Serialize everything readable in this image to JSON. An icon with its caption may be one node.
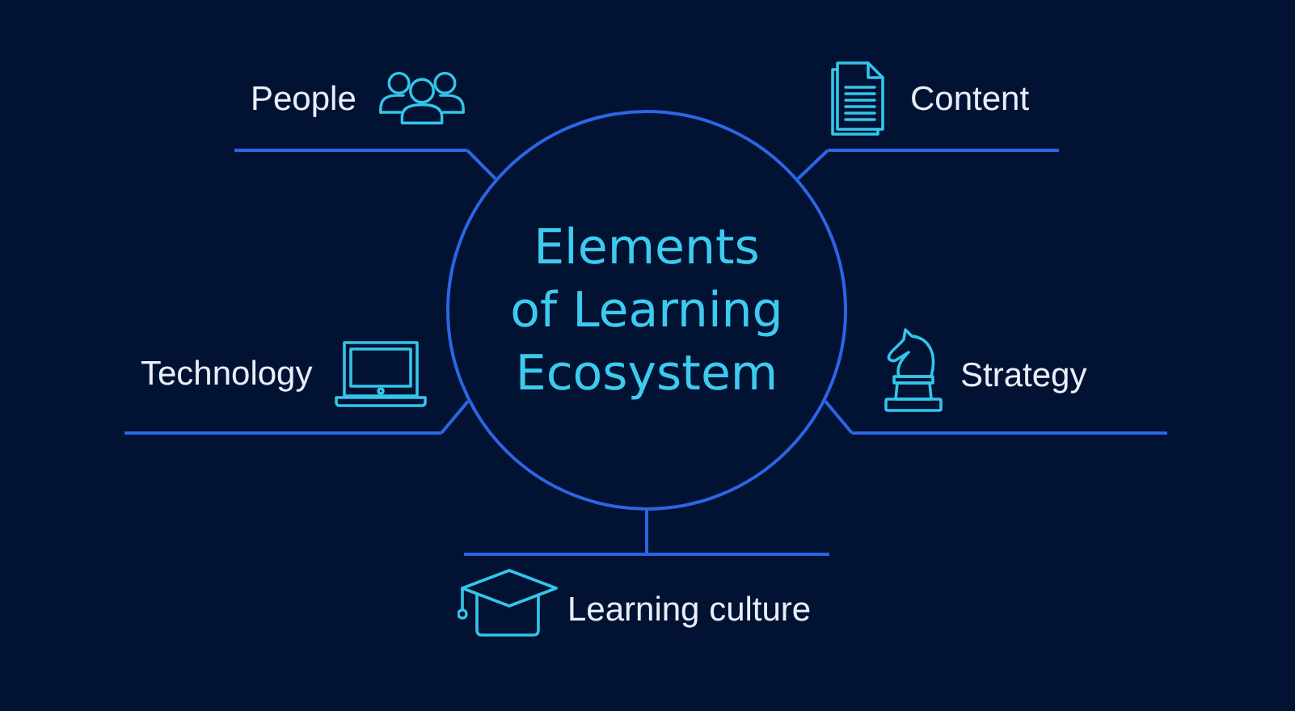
{
  "diagram": {
    "nodes": [
      {
        "text": [
          "Elements of Learning Ecosystem"
        ]
      },
      {
        "text": [
          "People"
        ]
      },
      {
        "text": [
          "Content"
        ]
      },
      {
        "text": [
          "Technology"
        ]
      },
      {
        "text": [
          "Strategy"
        ]
      },
      {
        "text": [
          "Learning culture"
        ]
      }
    ],
    "edges": [
      {
        "from": 0,
        "to": 1,
        "arrow": "none"
      },
      {
        "from": 0,
        "to": 2,
        "arrow": "none"
      },
      {
        "from": 0,
        "to": 3,
        "arrow": "none"
      },
      {
        "from": 0,
        "to": 4,
        "arrow": "none"
      },
      {
        "from": 0,
        "to": 5,
        "arrow": "none"
      }
    ]
  }
}
